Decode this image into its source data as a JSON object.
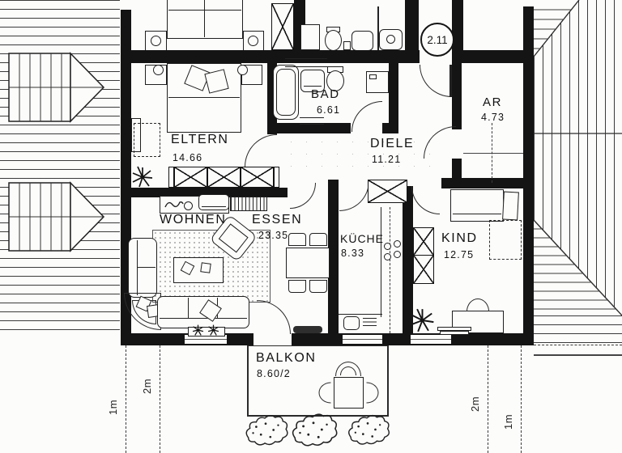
{
  "unit_badge": "2.11",
  "rooms": {
    "eltern": {
      "label": "ELTERN",
      "area": "14.66"
    },
    "bad": {
      "label": "BAD",
      "area": "6.61"
    },
    "diele": {
      "label": "DIELE",
      "area": "11.21"
    },
    "ar": {
      "label": "AR",
      "area": "4.73"
    },
    "wohnen": {
      "label": "WOHNEN"
    },
    "essen": {
      "label": "ESSEN",
      "area": "23.35"
    },
    "kueche": {
      "label": "KÜCHE",
      "area": "8.33"
    },
    "kind": {
      "label": "KIND",
      "area": "12.75"
    },
    "balkon": {
      "label": "BALKON",
      "area": "8.60/2"
    }
  },
  "dimension_markers": {
    "left_outer": "1m",
    "left_inner": "2m",
    "right_inner": "2m",
    "right_outer": "1m"
  }
}
